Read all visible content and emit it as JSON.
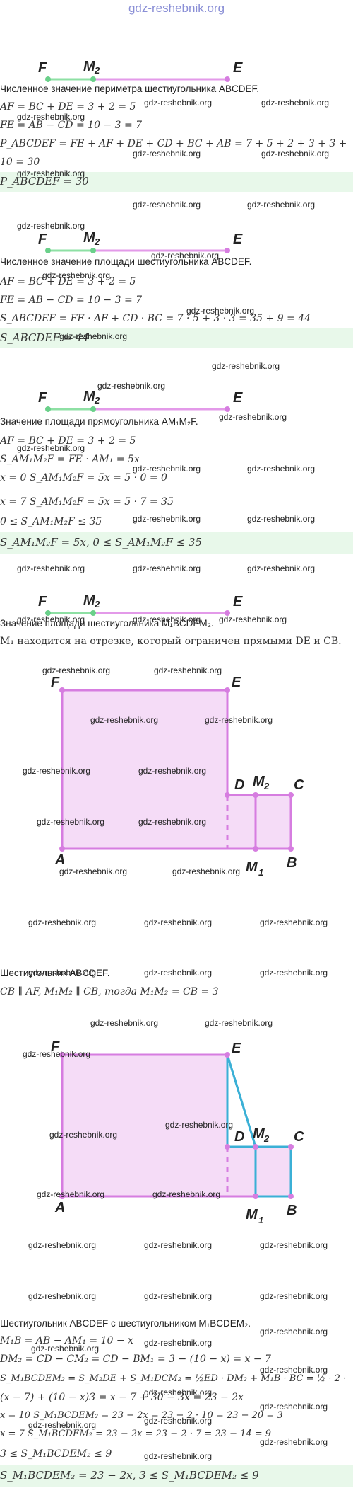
{
  "site_title": "gdz-reshebnik.org",
  "watermark": "gdz-reshebnik.org",
  "segment_labels": {
    "f": "F",
    "m": "M",
    "m_sub": "2",
    "e": "E"
  },
  "fig_labels": {
    "f": "F",
    "e": "E",
    "d": "D",
    "m2": "M",
    "m2_sub": "2",
    "c": "C",
    "a": "A",
    "m1": "M",
    "m1_sub": "1",
    "b": "B"
  },
  "perimeter": {
    "heading": "Численное значение периметра шестиугольника ABCDEF.",
    "lines": [
      "AF = BC + DE = 3 + 2 = 5",
      "FE = AB − CD = 10 − 3 = 7",
      "P_ABCDEF = FE + AF + DE + CD + BC + AB = 7 + 5 + 2 + 3 + 3 +",
      "10 = 30"
    ],
    "result": "P_ABCDEF = 30"
  },
  "area": {
    "heading": "Численное значение площади шестиугольника ABCDEF.",
    "lines": [
      "AF = BC + DE = 3 + 2 = 5",
      "FE = AB − CD = 10 − 3 = 7",
      "S_ABCDEF = FE · AF + CD · BC = 7 · 5 + 3 · 3 = 35 + 9 = 44"
    ],
    "result": "S_ABCDEF = 44"
  },
  "rect": {
    "heading": "Значение площади прямоугольника AM₁M₂F.",
    "lines": [
      "AF = BC + DE = 3 + 2 = 5",
      "S_AM₁M₂F = FE · AM₁ = 5x",
      "x = 0 S_AM₁M₂F = 5x = 5 · 0 = 0",
      "x = 7 S_AM₁M₂F = 5x = 5 · 7 = 35",
      "0 ≤ S_AM₁M₂F ≤ 35"
    ],
    "result": "S_AM₁M₂F = 5x, 0 ≤ S_AM₁M₂F ≤ 35"
  },
  "hexa": {
    "heading": "Значение площади шестиугольника M₁BCDEM₂.",
    "line1": "M₁ находится на отрезке, который ограничен прямыми DE и CB."
  },
  "hexb": {
    "heading": "Шестиугольник ABCDEF.",
    "line1": "CB ∥ AF, M₁M₂ ∥ CB, тогда M₁M₂ = CB = 3"
  },
  "hexc": {
    "heading": "Шестиугольник ABCDEF с шестиугольником M₁BCDEM₂.",
    "lines": [
      "M₁B = AB − AM₁ = 10 − x",
      "DM₂ = CD − CM₂ = CD − BM₁ = 3 − (10 − x) = x − 7",
      "S_M₁BCDEM₂ = S_M₂DE + S_M₁DCM₂ = ½ED · DM₂ + M₁B · BC = ½ · 2 ·",
      "(x − 7) + (10 − x)3 = x − 7 + 30 − 3x = 23 − 2x",
      "x = 10 S_M₁BCDEM₂ = 23 − 2x = 23 − 2 · 10 = 23 − 20 = 3",
      "x = 7 S_M₁BCDEM₂ = 23 − 2x = 23 − 2 · 7 = 23 − 14 = 9",
      "3 ≤ S_M₁BCDEM₂ ≤ 9"
    ],
    "result": "S_M₁BCDEM₂ = 23 − 2x, 3 ≤ S_M₁BCDEM₂ ≤ 9"
  },
  "colors": {
    "green": "#6ad08a",
    "violet": "#d67de0",
    "fill": "#f5dcf7",
    "cyan": "#3bb0d6",
    "band": "#e8f8ea"
  }
}
